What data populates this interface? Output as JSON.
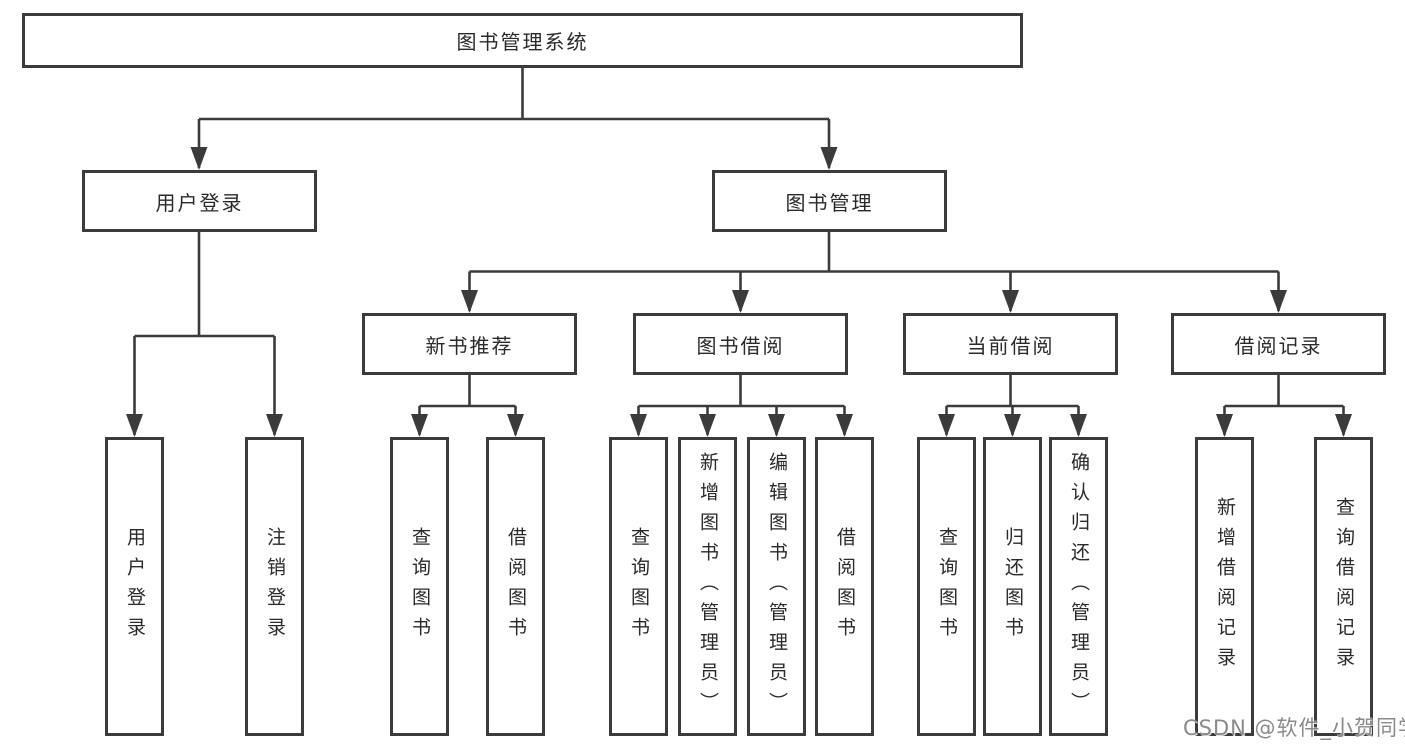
{
  "tree": {
    "root": "图书管理系统",
    "branches": [
      {
        "label": "用户登录",
        "leaves": [
          "用户登录",
          "注销登录"
        ]
      },
      {
        "label": "图书管理",
        "groups": [
          {
            "label": "新书推荐",
            "leaves": [
              "查询图书",
              "借阅图书"
            ]
          },
          {
            "label": "图书借阅",
            "leaves": [
              "查询图书",
              "新增图书（管理员）",
              "编辑图书（管理员）",
              "借阅图书"
            ]
          },
          {
            "label": "当前借阅",
            "leaves": [
              "查询图书",
              "归还图书",
              "确认归还（管理员）"
            ]
          },
          {
            "label": "借阅记录",
            "leaves": [
              "新增借阅记录",
              "查询借阅记录"
            ]
          }
        ]
      }
    ]
  },
  "watermark": "CSDN @软件_小贺同学",
  "colors": {
    "line": "#3b3b3b",
    "text": "#2a2a2a",
    "background": "#ffffff",
    "watermark": "#8a8a8a"
  }
}
